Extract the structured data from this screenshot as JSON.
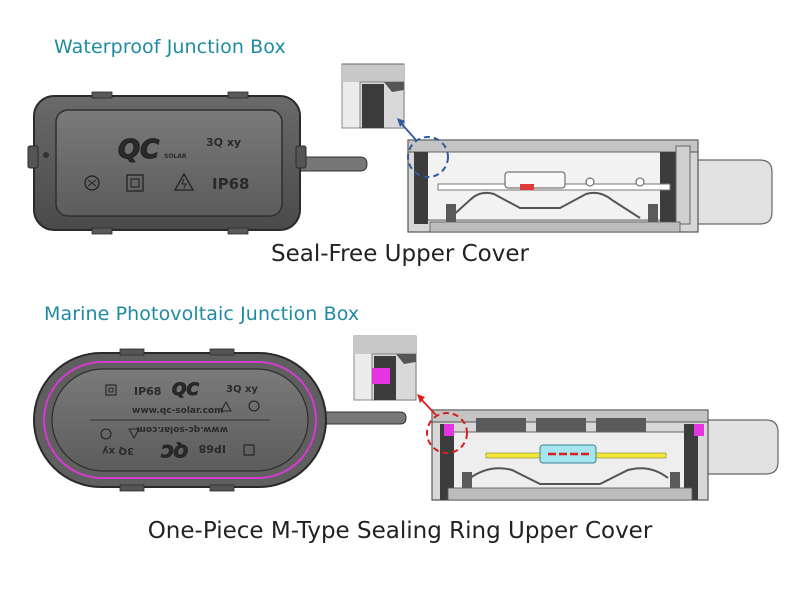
{
  "section1": {
    "heading": "Waterproof Junction Box",
    "caption": "Seal-Free Upper Cover",
    "brand_mark": "QC SOLAR",
    "model_text": "3Q xy",
    "rating_text": "IP68"
  },
  "section2": {
    "heading": "Marine Photovoltaic Junction Box",
    "caption": "One-Piece M-Type Sealing Ring Upper Cover",
    "brand_mark": "QC",
    "model_text": "3Q xy",
    "rating_text": "IP68",
    "url_text": "www.qc-solar.com"
  },
  "colors": {
    "heading": "#1e8ba3",
    "seal_highlight": "#e535e0",
    "callout_blue": "#2f5a9e",
    "callout_red": "#d81e1e",
    "pcb_yellow": "#f1e83a",
    "diode_cyan": "#a6e4ef"
  }
}
